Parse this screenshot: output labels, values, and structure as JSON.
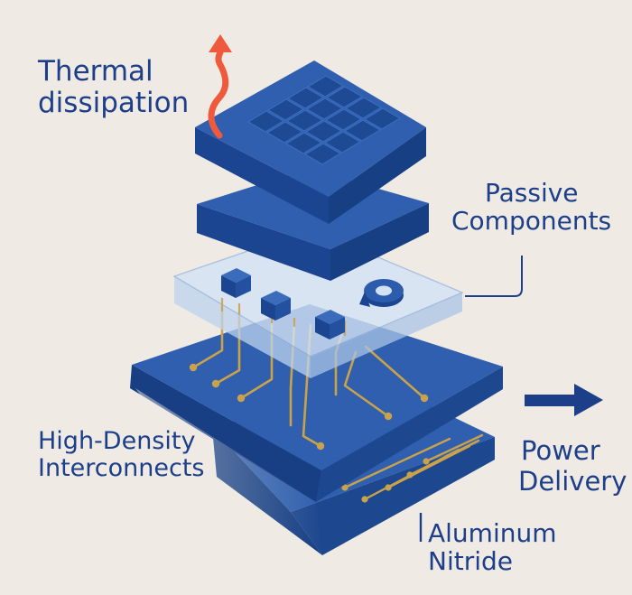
{
  "labels": {
    "thermal": [
      "Thermal",
      "dissipation"
    ],
    "passive": [
      "Passive",
      "Components"
    ],
    "hdi": [
      "High-Density",
      "Interconnects"
    ],
    "power": [
      "Power",
      "Delivery"
    ],
    "aln": [
      "Aluminum",
      "Nitride"
    ]
  },
  "colors": {
    "background": "#efebe4",
    "layer_top": "#2f5fae",
    "layer_side": "#1d478f",
    "layer_dark": "#153a7a",
    "trace_gold": "#c9a24a",
    "glass_fill": "#cfe0f3",
    "heat_arrow": "#ef5a3c",
    "label_text": "#1d3f8a"
  }
}
